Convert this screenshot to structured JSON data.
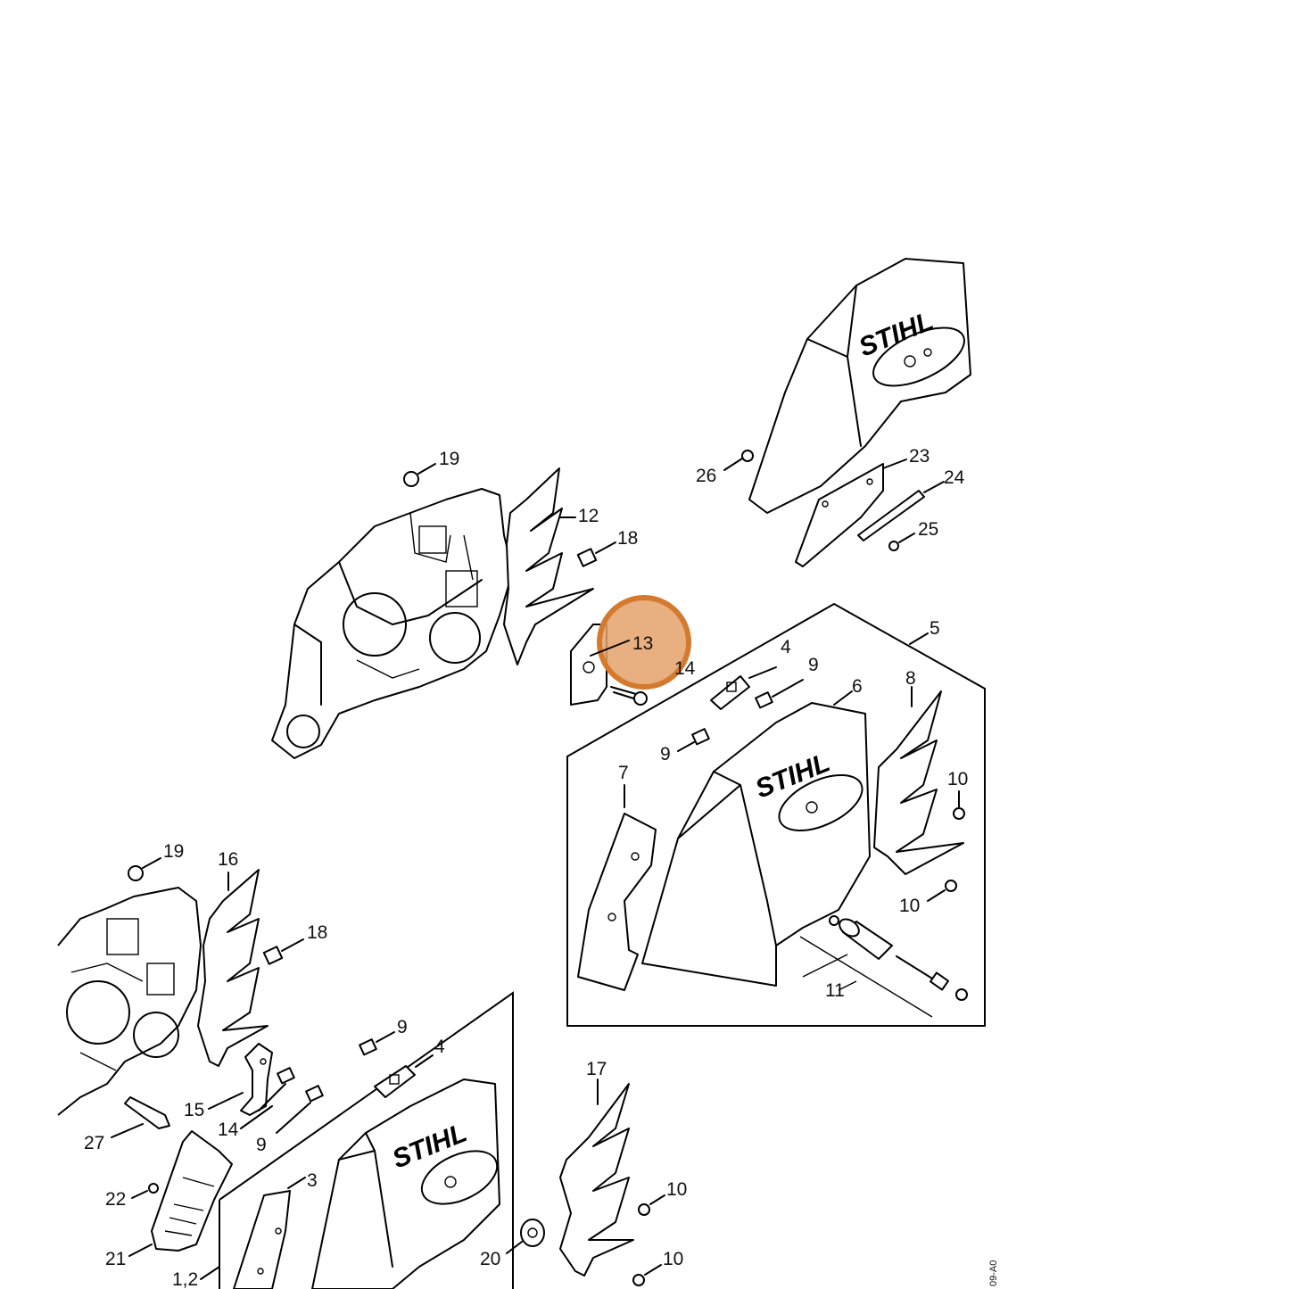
{
  "brand": "STIHL",
  "diagram_code": "09-A0",
  "highlight": {
    "part": "13",
    "color": "#d47a2e"
  },
  "callouts": [
    {
      "id": "c19a",
      "text": "19"
    },
    {
      "id": "c12",
      "text": "12"
    },
    {
      "id": "c18a",
      "text": "18"
    },
    {
      "id": "c13",
      "text": "13"
    },
    {
      "id": "c14a",
      "text": "14"
    },
    {
      "id": "c26",
      "text": "26"
    },
    {
      "id": "c23",
      "text": "23"
    },
    {
      "id": "c24",
      "text": "24"
    },
    {
      "id": "c25",
      "text": "25"
    },
    {
      "id": "c5",
      "text": "5"
    },
    {
      "id": "c4a",
      "text": "4"
    },
    {
      "id": "c9a",
      "text": "9"
    },
    {
      "id": "c6",
      "text": "6"
    },
    {
      "id": "c8",
      "text": "8"
    },
    {
      "id": "c9b",
      "text": "9"
    },
    {
      "id": "c7",
      "text": "7"
    },
    {
      "id": "c10a",
      "text": "10"
    },
    {
      "id": "c10b",
      "text": "10"
    },
    {
      "id": "c11",
      "text": "11"
    },
    {
      "id": "c19b",
      "text": "19"
    },
    {
      "id": "c16",
      "text": "16"
    },
    {
      "id": "c18b",
      "text": "18"
    },
    {
      "id": "c9c",
      "text": "9"
    },
    {
      "id": "c4b",
      "text": "4"
    },
    {
      "id": "c15",
      "text": "15"
    },
    {
      "id": "c14b",
      "text": "14"
    },
    {
      "id": "c9d",
      "text": "9"
    },
    {
      "id": "c27",
      "text": "27"
    },
    {
      "id": "c17",
      "text": "17"
    },
    {
      "id": "c3",
      "text": "3"
    },
    {
      "id": "c22",
      "text": "22"
    },
    {
      "id": "c10c",
      "text": "10"
    },
    {
      "id": "c21",
      "text": "21"
    },
    {
      "id": "c20",
      "text": "20"
    },
    {
      "id": "c10d",
      "text": "10"
    },
    {
      "id": "c12b",
      "text": "1,2"
    }
  ]
}
